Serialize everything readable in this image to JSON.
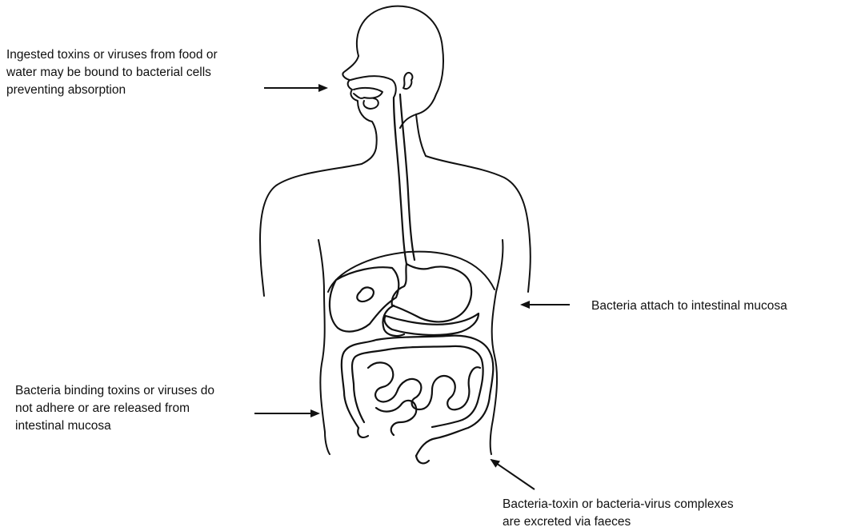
{
  "labels": {
    "top": [
      "Ingested toxins or viruses from food or",
      "water may be bound to bacterial cells",
      "preventing absorption"
    ],
    "right": [
      "Bacteria attach to intestinal mucosa"
    ],
    "left": [
      "Bacteria binding toxins or viruses do",
      "not adhere or are released from",
      "intestinal mucosa"
    ],
    "bottom": [
      "Bacteria-toxin or bacteria-virus complexes",
      "are excreted via faeces"
    ]
  },
  "colors": {
    "line": "#111111",
    "background": "#ffffff"
  }
}
